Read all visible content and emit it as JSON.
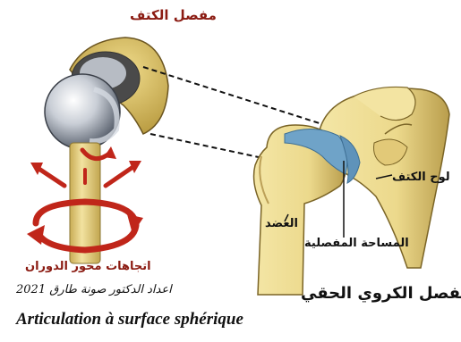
{
  "labels": {
    "title": "مفصل الكتف",
    "scapula": "لوح الكتف",
    "humerus": "العضد",
    "articular_surface": "المساحة المفصلية",
    "rotation_axis": "اتجاهات محور الدوران",
    "joint_name": "المفصل الكروي الحقي",
    "credit": "اعداد الدكتور صونة طارق 2021",
    "caption": "Articulation à surface sphérique"
  },
  "colors": {
    "bone": "#ecd98c",
    "bone_shade": "#c9b060",
    "cartilage": "#6fa3c8",
    "sphere": "#c9ced6",
    "arrow": "#c0261a",
    "label_red": "#8b1b12"
  }
}
